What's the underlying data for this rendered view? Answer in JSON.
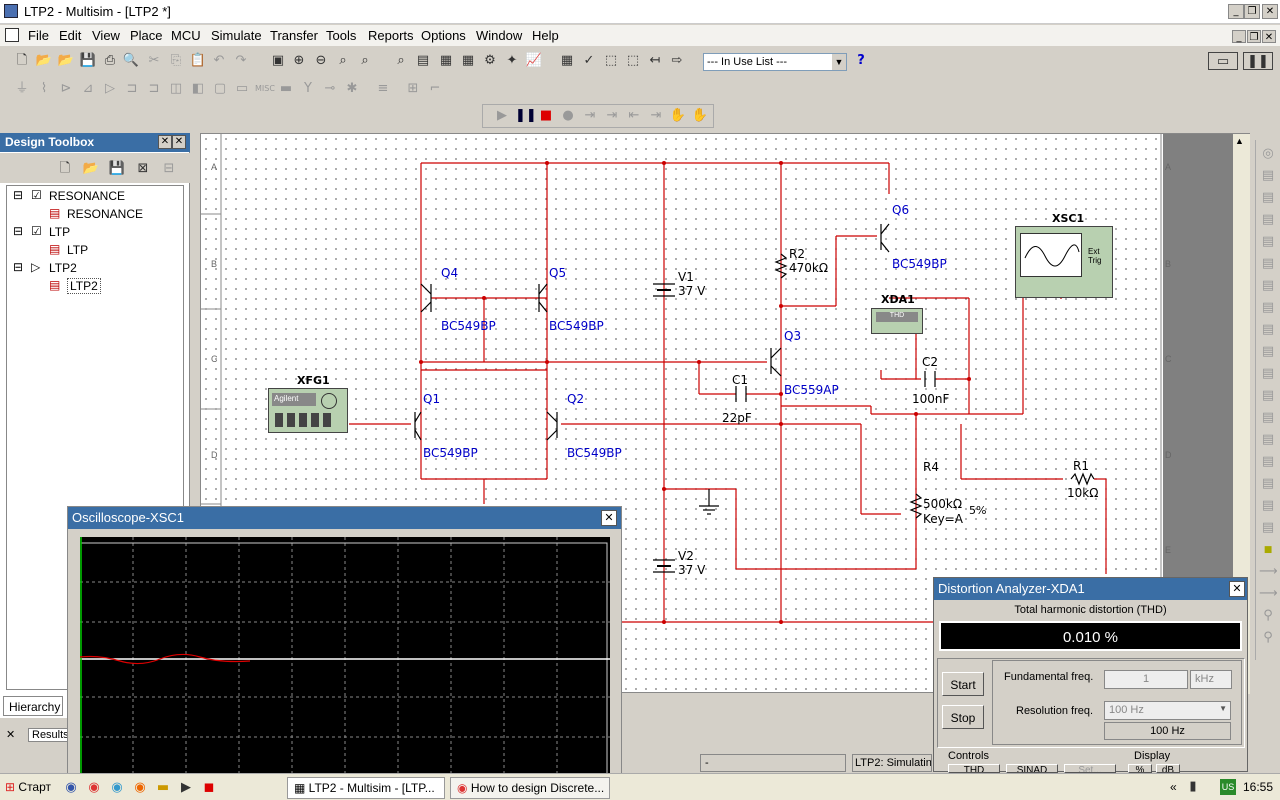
{
  "window": {
    "title": "LTP2 - Multisim - [LTP2 *]"
  },
  "menu": [
    "File",
    "Edit",
    "View",
    "Place",
    "MCU",
    "Simulate",
    "Transfer",
    "Tools",
    "Reports",
    "Options",
    "Window",
    "Help"
  ],
  "toolbar": {
    "in_use_list": "--- In Use List ---"
  },
  "toolbox": {
    "title": "Design Toolbox",
    "tree": [
      {
        "label": "RESONANCE",
        "child": "RESONANCE"
      },
      {
        "label": "LTP",
        "child": "LTP"
      },
      {
        "label": "LTP2",
        "child": "LTP2"
      }
    ],
    "hierarchy_tab": "Hierarchy",
    "results_tab": "Results"
  },
  "schematic": {
    "q4": "Q4",
    "q5": "Q5",
    "q1": "Q1",
    "q2": "Q2",
    "q3": "Q3",
    "q6": "Q6",
    "bc549bp": "BC549BP",
    "bc559ap": "BC559AP",
    "v1": "V1",
    "v1val": "37 V",
    "v2": "V2",
    "v2val": "37 V",
    "r2": "R2",
    "r2val": "470kΩ",
    "r1": "R1",
    "r1val": "10kΩ",
    "r4": "R4",
    "r4val": "500kΩ",
    "r4key": "Key=A",
    "r4pct": "5%",
    "c1": "C1",
    "c1val": "22pF",
    "c2": "C2",
    "c2val": "100nF",
    "xfg1": "XFG1",
    "xfg1brand": "Agilent",
    "xsc1": "XSC1",
    "xsc1trig": "Ext Trig",
    "xda1": "XDA1",
    "xda1lbl": "THD",
    "rows": [
      "A",
      "B",
      "C",
      "D",
      "E"
    ]
  },
  "oscilloscope": {
    "title": "Oscilloscope-XSC1"
  },
  "distortion": {
    "title": "Distortion Analyzer-XDA1",
    "thd_label": "Total harmonic distortion (THD)",
    "thd_value": "0.010 %",
    "start": "Start",
    "stop": "Stop",
    "fund_label": "Fundamental freq.",
    "fund_value": "1",
    "fund_unit": "kHz",
    "res_label": "Resolution freq.",
    "res_value": "100 Hz",
    "res_display": "100 Hz",
    "controls": "Controls",
    "display": "Display",
    "thd_btn": "THD",
    "sinad_btn": "SINAD",
    "set_btn": "Set...",
    "pct_btn": "%",
    "db_btn": "dB"
  },
  "status": {
    "dash": "-",
    "sim": "LTP2: Simulatin"
  },
  "taskbar": {
    "start": "Старт",
    "task1": "LTP2 - Multisim - [LTP...",
    "task2": "How to design Discrete...",
    "lang": "US",
    "clock": "16:55"
  }
}
